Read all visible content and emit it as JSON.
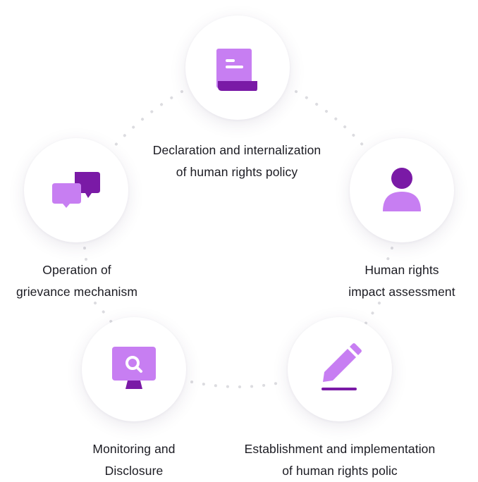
{
  "diagram": {
    "steps": [
      {
        "line1": "Declaration and internalization",
        "line2": "of human rights policy",
        "icon": "policy-document-icon"
      },
      {
        "line1": "Human rights",
        "line2": "impact assessment",
        "icon": "person-icon"
      },
      {
        "line1": "Establishment and implementation",
        "line2": "of human rights polic",
        "icon": "pencil-icon"
      },
      {
        "line1": "Monitoring and",
        "line2": "Disclosure",
        "icon": "monitor-search-icon"
      },
      {
        "line1": "Operation of",
        "line2": "grievance mechanism",
        "icon": "chat-bubbles-icon"
      }
    ]
  },
  "colors": {
    "accent_light": "#c77ef2",
    "accent_dark": "#7a1aa6",
    "dots": "#dcdce0",
    "text": "#1b1b22"
  }
}
